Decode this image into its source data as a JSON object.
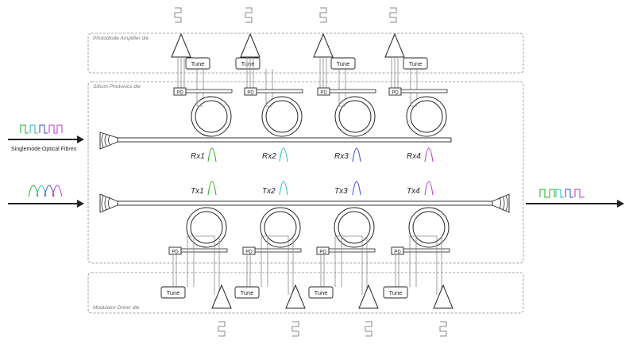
{
  "die_labels": {
    "amplifier": "Photodiode Amplifier die",
    "photonics": "Silicon Photonics die",
    "driver": "Modulator Driver die"
  },
  "fiber_label": "Singlemode Optical Fibres",
  "rx_channels": [
    {
      "label": "Rx1",
      "color": "#22aa22"
    },
    {
      "label": "Rx2",
      "color": "#22bbbb"
    },
    {
      "label": "Rx3",
      "color": "#3344cc"
    },
    {
      "label": "Rx4",
      "color": "#bb33cc"
    }
  ],
  "tx_channels": [
    {
      "label": "Tx1",
      "color": "#22aa22"
    },
    {
      "label": "Tx2",
      "color": "#22bbbb"
    },
    {
      "label": "Tx3",
      "color": "#3344cc"
    },
    {
      "label": "Tx4",
      "color": "#bb33cc"
    }
  ],
  "tune_label": "Tune",
  "pd_label": "PD",
  "colors": {
    "stroke": "#222222",
    "die_border": "#888888",
    "wire": "#888888",
    "die_text": "#777777",
    "waveform": [
      "#22aa22",
      "#22bbbb",
      "#3344cc",
      "#bb33cc"
    ]
  }
}
